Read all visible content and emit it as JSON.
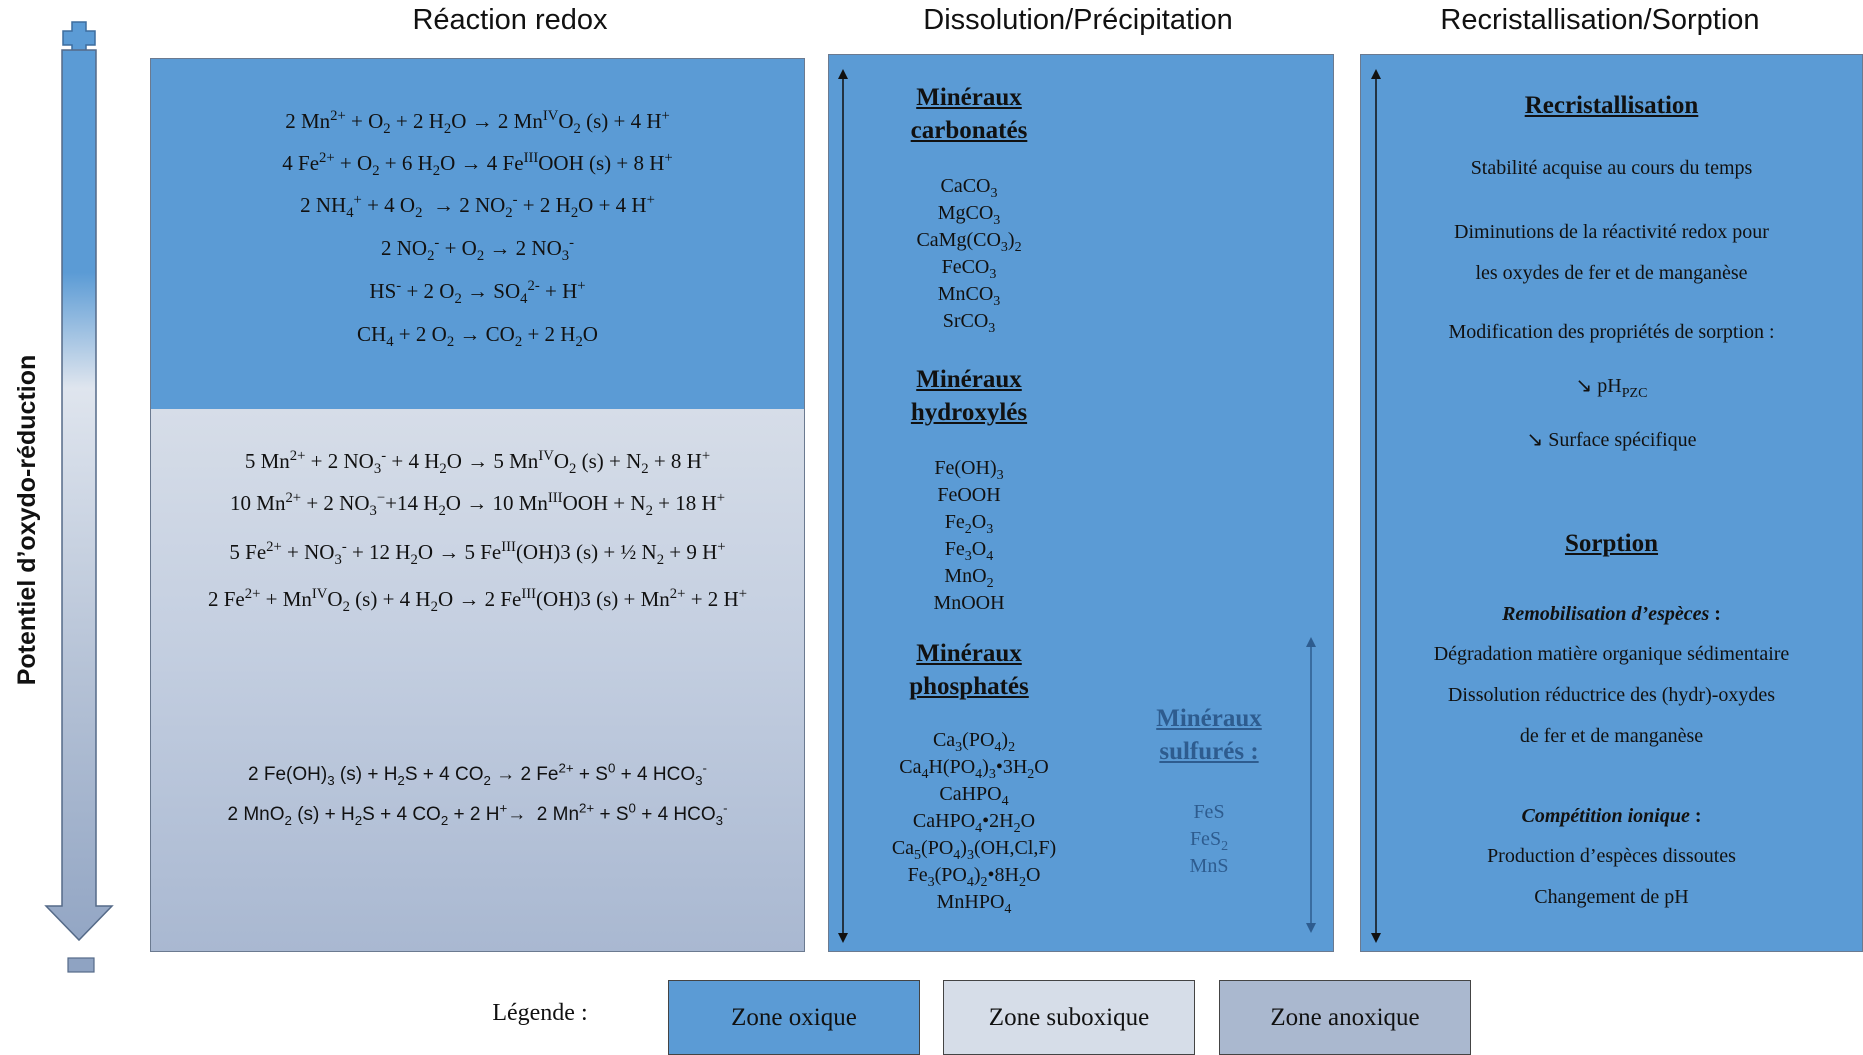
{
  "titles": {
    "col1": "Réaction redox",
    "col2": "Dissolution/Précipitation",
    "col3": "Recristallisation/Sorption"
  },
  "axis_label": "Potentiel d’oxydo-réduction",
  "carbonates": {
    "heading_1": "Minéraux",
    "heading_2": "carbonatés"
  },
  "hydroxyles": {
    "heading_1": "Minéraux",
    "heading_2": "hydroxylés"
  },
  "phosphates": {
    "heading_1": "Minéraux",
    "heading_2": "phosphatés"
  },
  "sulfures": {
    "heading_1": "Minéraux",
    "heading_2": "sulfurés :"
  },
  "recristallisation": {
    "heading": "Recristallisation",
    "line1": "Stabilité  acquise au cours du temps",
    "line2": "Diminutions  de la réactivité  redox pour",
    "line3": "les oxydes de fer et de manganèse",
    "line4": "Modification  des propriétés de sorption  :",
    "line5_prefix": "↘ pH",
    "line5_sub": "PZC",
    "line6": "↘ Surface  spécifique"
  },
  "sorption": {
    "heading": "Sorption",
    "remob_title": "Remobilisation d’espèces",
    "colon": " :",
    "line1": "Dégradation  matière  organique  sédimentaire",
    "line2": "Dissolution  réductrice  des (hydr)-oxydes",
    "line3": "de fer et de manganèse",
    "comp_title": "Compétition ionique",
    "line4": "Production  d’espèces dissoutes",
    "line5": "Changement  de pH"
  },
  "legend": {
    "label": "Légende :",
    "zone1": "Zone oxique",
    "zone2": "Zone suboxique",
    "zone3": "Zone anoxique"
  },
  "colors": {
    "oxic": "#5b9bd5",
    "suboxic": "#d6dde8",
    "anoxic": "#aab8cf",
    "sulfide_text": "#2e5c8f"
  }
}
